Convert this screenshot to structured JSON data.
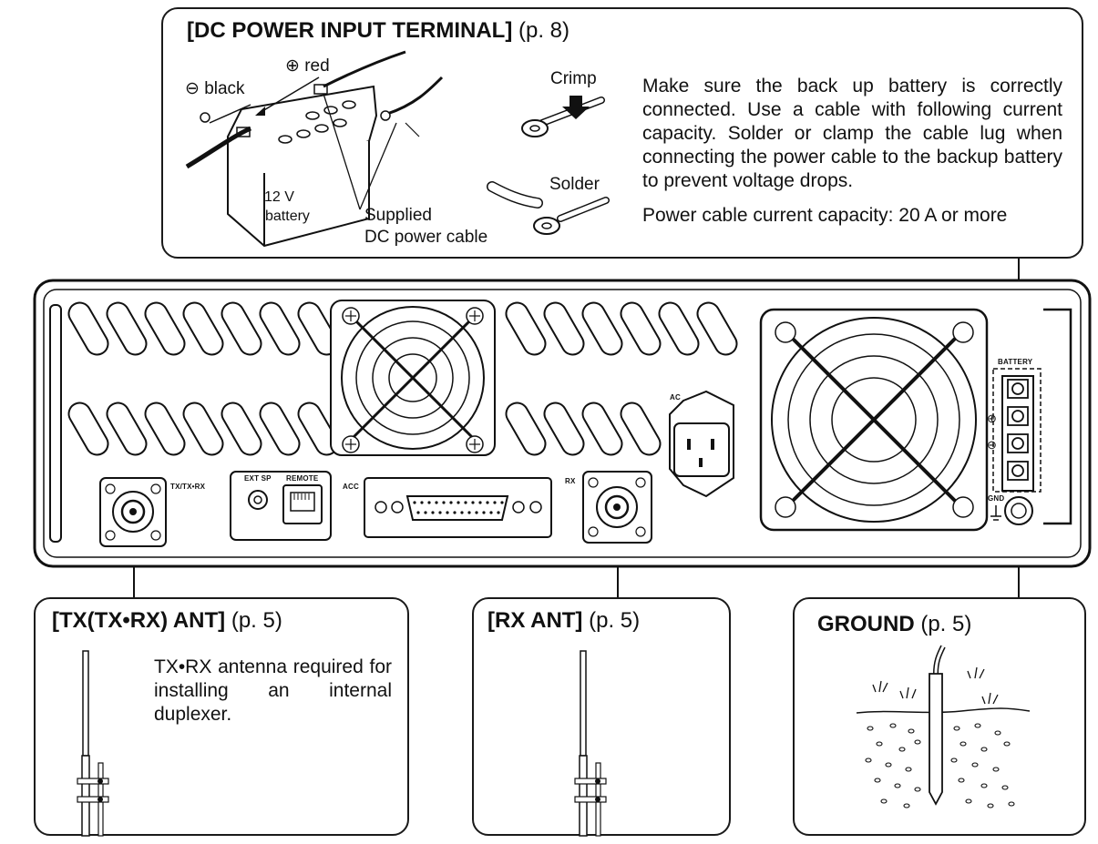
{
  "dc_callout": {
    "title_bold": "[DC POWER INPUT TERMINAL]",
    "title_page": "(p. 8)",
    "label_red": "⊕ red",
    "label_black": "⊖ black",
    "label_battery_line1": "12 V",
    "label_battery_line2": "battery",
    "label_cable_line1": "Supplied",
    "label_cable_line2": "DC power cable",
    "label_crimp": "Crimp",
    "label_solder": "Solder",
    "instructions": "Make sure the back up battery is correctly connected. Use a cable with following current capacity. Solder or clamp the cable lug when connecting the power cable to the backup battery to prevent voltage drops.",
    "capacity_note": "Power cable current capacity: 20 A or more"
  },
  "panel": {
    "tx_label": "TX/TX•RX",
    "ext_sp_label": "EXT SP",
    "remote_label": "REMOTE",
    "acc_label": "ACC",
    "rx_label": "RX",
    "ac_label": "AC",
    "battery_label": "BATTERY",
    "gnd_label": "GND",
    "plus_symbol": "⊕",
    "minus_symbol": "⊖"
  },
  "tx_callout": {
    "title_bold": "[TX(TX•RX) ANT]",
    "title_page": "(p. 5)",
    "description": "TX•RX antenna required for installing an internal duplexer."
  },
  "rx_callout": {
    "title_bold": "[RX ANT]",
    "title_page": "(p. 5)"
  },
  "ground_callout": {
    "title_bold": "GROUND",
    "title_page": "(p. 5)"
  }
}
